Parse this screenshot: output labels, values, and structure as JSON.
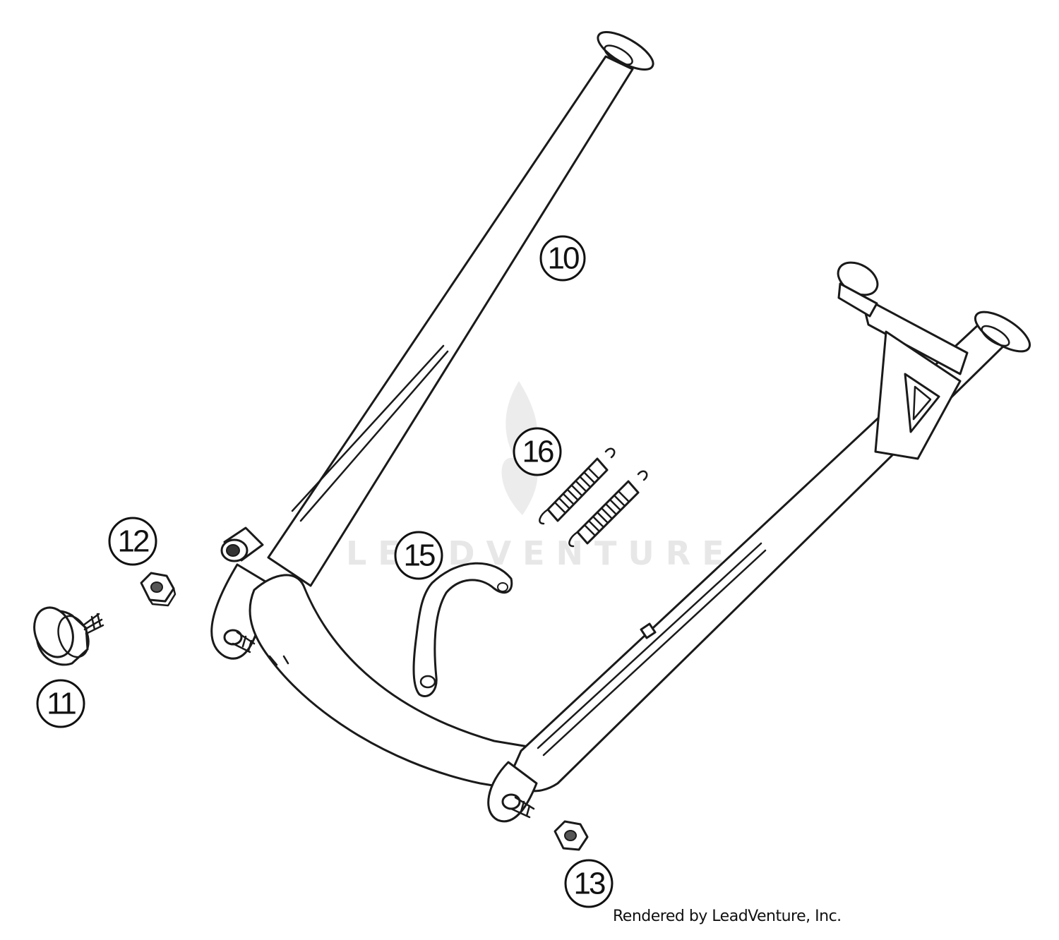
{
  "callouts": [
    {
      "id": "10",
      "label": "10"
    },
    {
      "id": "11",
      "label": "11"
    },
    {
      "id": "12",
      "label": "12"
    },
    {
      "id": "13",
      "label": "13"
    },
    {
      "id": "15",
      "label": "15"
    },
    {
      "id": "16",
      "label": "16"
    }
  ],
  "watermark": {
    "text": "LEADVENTURE"
  },
  "credit": {
    "text": "Rendered by LeadVenture, Inc."
  },
  "colors": {
    "line": "#1a1a1a",
    "background": "#ffffff",
    "watermark": "#e7e7e7"
  }
}
